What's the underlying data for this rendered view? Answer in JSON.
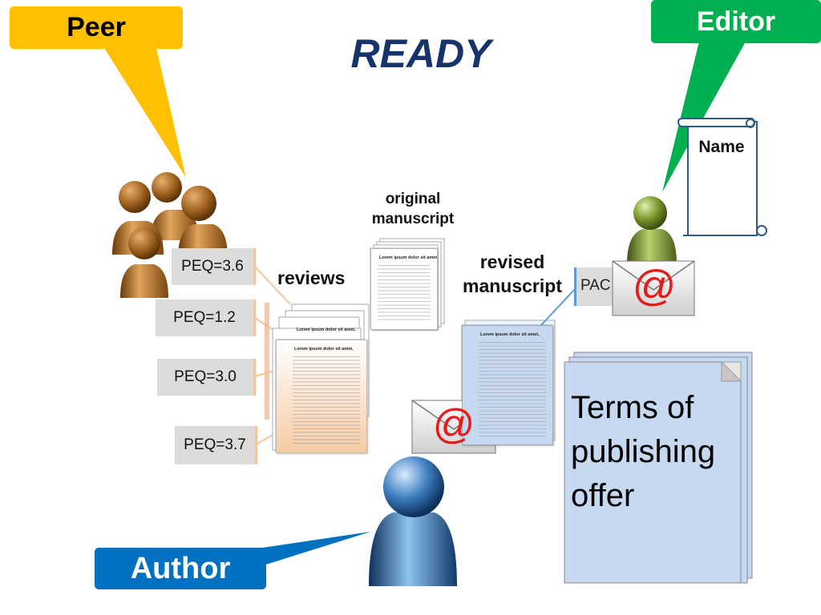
{
  "title": "READY",
  "roles": {
    "peer": "Peer",
    "editor": "Editor",
    "author": "Author"
  },
  "labels": {
    "original_line1": "original",
    "original_line2": "manuscript",
    "revised_line1": "revised",
    "revised_line2": "manuscript",
    "reviews": "reviews",
    "name": "Name",
    "pac": "PAC",
    "terms_line1": "Terms of",
    "terms_line2": "publishing",
    "terms_line3": "offer"
  },
  "peq_values": [
    "PEQ=3.6",
    "PEQ=1.2",
    "PEQ=3.0",
    "PEQ=3.7"
  ],
  "document_heading": "Lorem ipsum dolor sit amet,",
  "at_symbol": "@",
  "colors": {
    "peer_callout": "#ffc000",
    "editor_callout": "#00b050",
    "author_callout": "#0070c0",
    "title": "#17336b",
    "at_symbol": "#e31c1c",
    "terms_box": "#c6d9f1",
    "reviews_tint": "#f8cba4"
  }
}
